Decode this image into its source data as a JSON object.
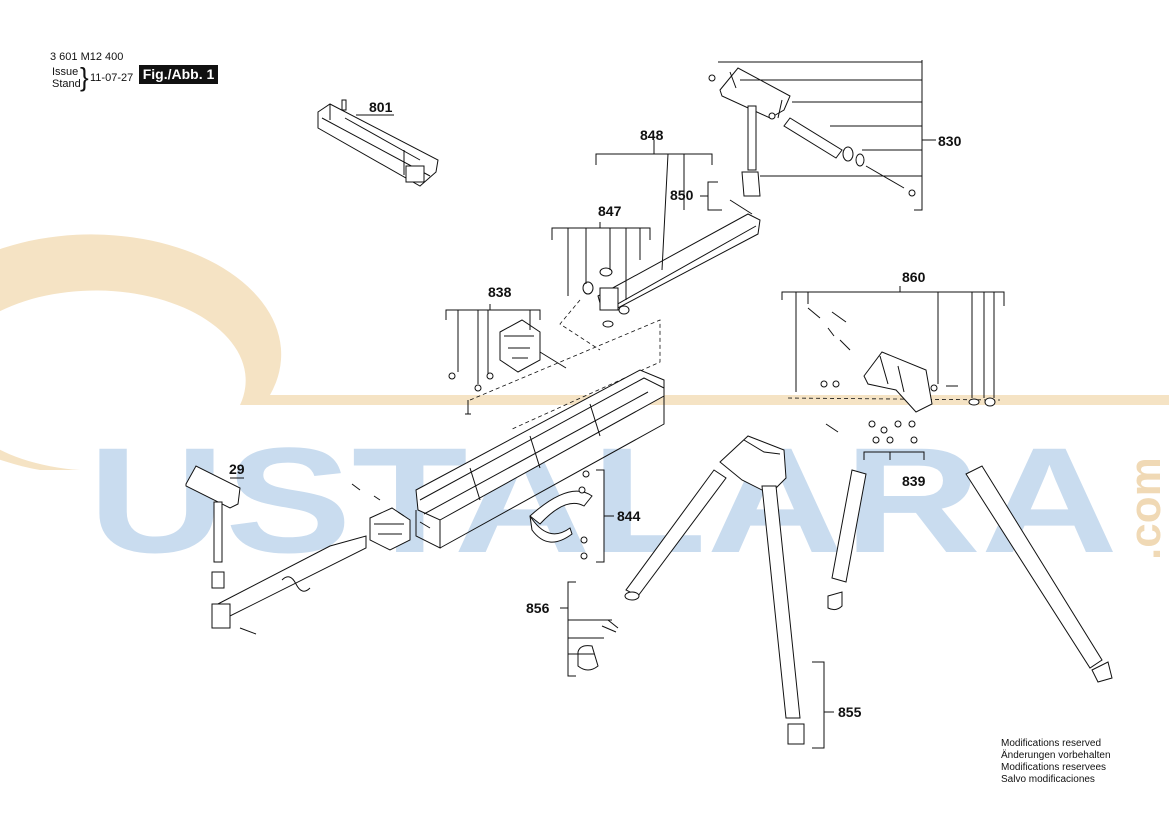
{
  "header": {
    "doc_number": "3 601 M12 400",
    "issue_label": "Issue",
    "stand_label": "Stand",
    "brace": "}",
    "issue_date": "11-07-27",
    "figure_label": "Fig./Abb. 1"
  },
  "watermark": {
    "text": "USTALARA",
    "suffix": ".com",
    "color_text": "#c9dcef",
    "color_swoosh": "#f5e3c4"
  },
  "parts": {
    "p801": "801",
    "p848": "848",
    "p830": "830",
    "p850": "850",
    "p847": "847",
    "p838": "838",
    "p860": "860",
    "p29": "29",
    "p844": "844",
    "p839": "839",
    "p856": "856",
    "p855": "855"
  },
  "footer": {
    "mod_en": "Modifications reserved",
    "mod_de": "Änderungen vorbehalten",
    "mod_fr": "Modifications reservees",
    "mod_es": "Salvo modificaciones"
  }
}
